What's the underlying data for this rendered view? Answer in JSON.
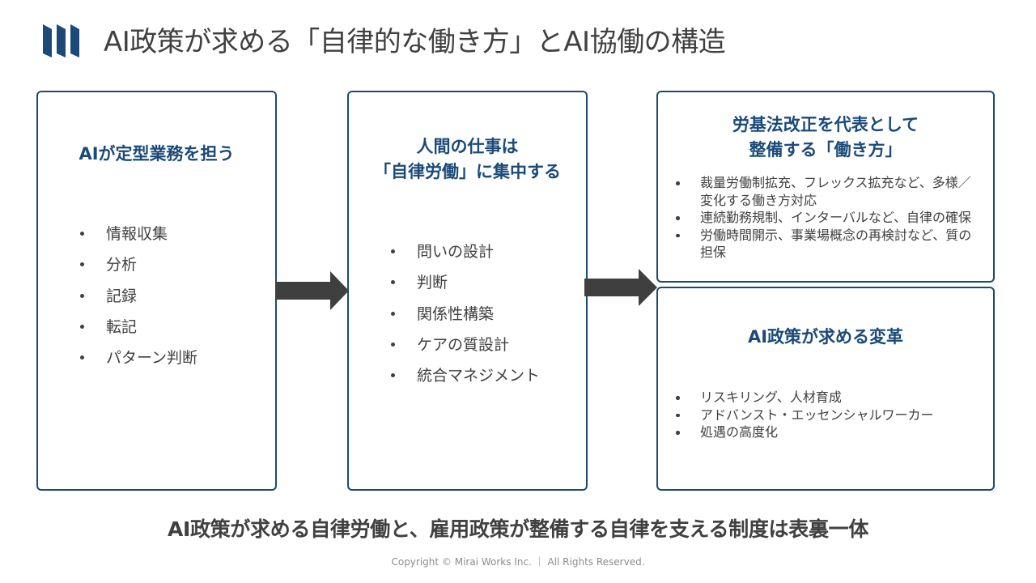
{
  "title": "AI政策が求める「自律的な働き方」とAI協働の構造",
  "box_left": {
    "heading": "AIが定型業務を担う",
    "items": [
      "情報収集",
      "分析",
      "記録",
      "転記",
      "パターン判断"
    ]
  },
  "box_middle": {
    "heading_line1": "人間の仕事は",
    "heading_line2": "「自律労働」に集中する",
    "items": [
      "問いの設計",
      "判断",
      "関係性構築",
      "ケアの質設計",
      "統合マネジメント"
    ]
  },
  "box_right_top": {
    "heading_line1": "労基法改正を代表として",
    "heading_line2": "整備する「働き方」",
    "items": [
      "裁量労働制拡充、フレックス拡充など、多様／変化する働き方対応",
      "連続勤務規制、インターバルなど、自律の確保",
      "労働時間開示、事業場概念の再検討など、質の担保"
    ]
  },
  "box_right_bottom": {
    "heading": "AI政策が求める変革",
    "items": [
      "リスキリング、人材育成",
      "アドバンスト・エッセンシャルワーカー",
      "処遇の高度化"
    ]
  },
  "bottom_message": "AI政策が求める自律労働と、雇用政策が整備する自律を支える制度は表裏一体",
  "copyright": "Copyright © Mirai Works Inc. ｜ All Rights Reserved.",
  "colors": {
    "accent": "#1b4a79",
    "text": "#404040",
    "arrow": "#3f3f3f"
  },
  "icons": {
    "logo": "mirai-works-logo",
    "arrows": "right-arrow-icon"
  }
}
